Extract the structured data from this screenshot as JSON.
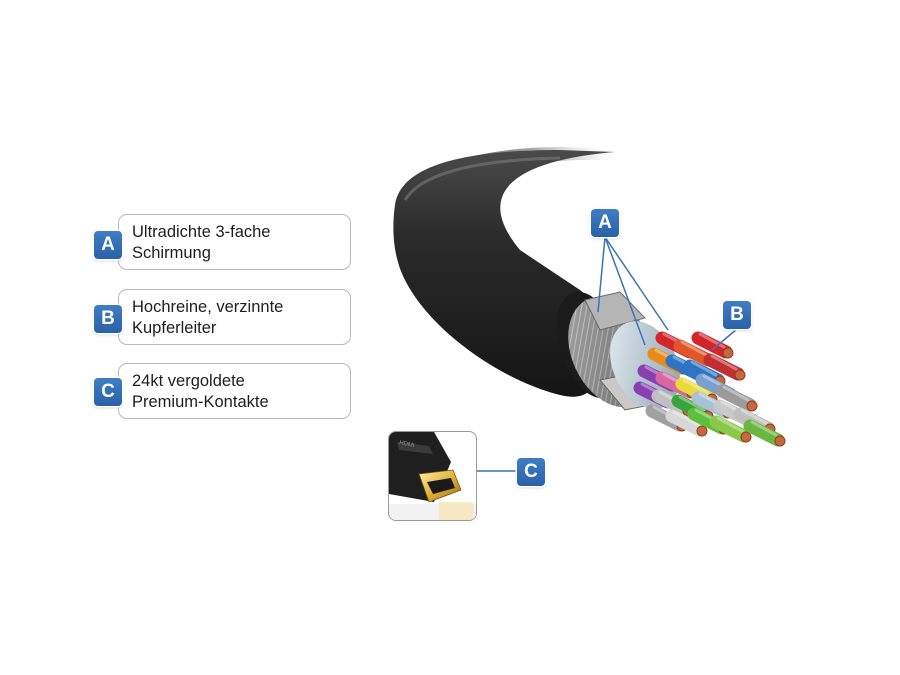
{
  "legend": [
    {
      "letter": "A",
      "line1": "Ultradichte 3-fache",
      "line2": "Schirmung"
    },
    {
      "letter": "B",
      "line1": "Hochreine, verzinnte",
      "line2": "Kupferleiter"
    },
    {
      "letter": "C",
      "line1": "24kt vergoldete",
      "line2": "Premium-Kontakte"
    }
  ],
  "callouts": {
    "a": "A",
    "b": "B",
    "c": "C"
  },
  "inset": {
    "connector_marking": "HDMI"
  },
  "colors": {
    "badge_blue": "#2f6db5",
    "cable_jacket": "#2a2a2a",
    "gold_contacts": "#e2b23a"
  }
}
